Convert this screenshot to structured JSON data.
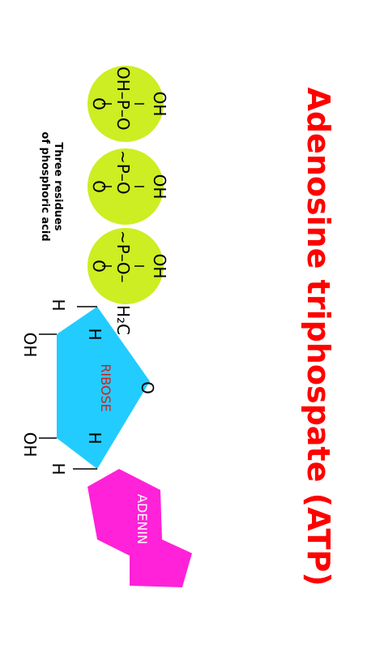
{
  "title": "Adenosine triphospate (ATP)",
  "annotation": [
    "Three residues",
    "of phosphoric acid"
  ],
  "labels": {
    "ribose": "RIBOSE",
    "adenine": "ADENIN",
    "ring_oxygen": "O",
    "ch2": "H₂C"
  },
  "phosphate_groups": [
    {
      "left": "OH–P–O",
      "top": "OH",
      "bottom": "O"
    },
    {
      "left": "~P–O",
      "top": "OH",
      "bottom": "O"
    },
    {
      "left": "~P–O–",
      "top": "OH",
      "bottom": "O"
    }
  ],
  "ribose_atoms": {
    "h_top_left": "H",
    "h_bottom_left": "H",
    "oh_left_1": "OH",
    "oh_left_2": "OH",
    "h_inner_1": "H",
    "h_inner_2": "H"
  },
  "colors": {
    "title": "#ff0000",
    "phosphate": "#ccee22",
    "ribose": "#22ccff",
    "ribose_label": "#d81b1b",
    "adenine": "#ff22d8",
    "adenine_label": "#ffffff"
  }
}
